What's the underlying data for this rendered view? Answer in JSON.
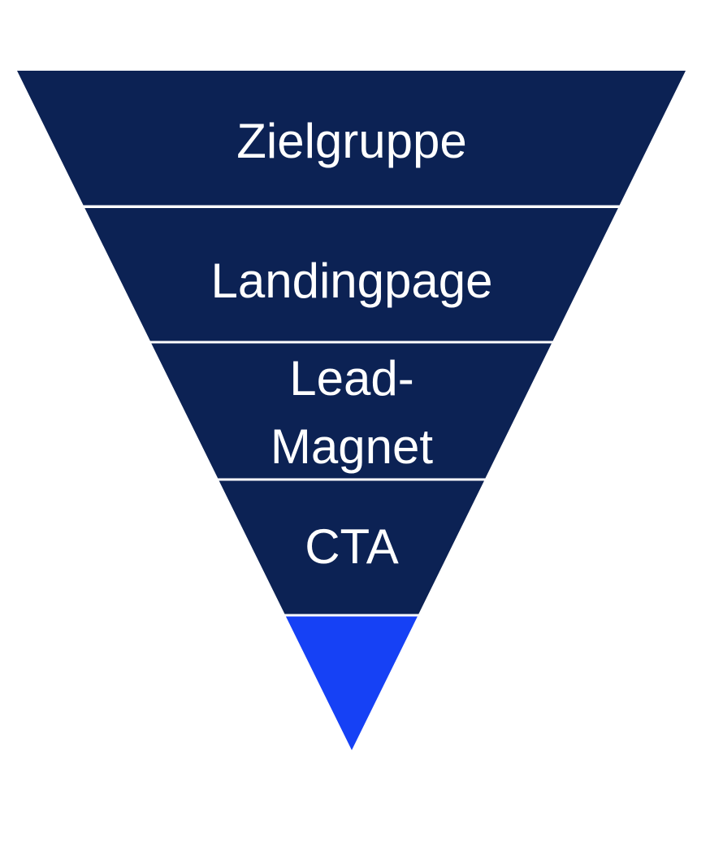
{
  "diagram": {
    "kind": "inverted-funnel",
    "background_color": "#ffffff",
    "colors": {
      "level_fill": "#0c2254",
      "tip_fill": "#1641f5",
      "divider": "#ffffff",
      "label_text": "#ffffff"
    },
    "levels": [
      {
        "id": "zielgruppe",
        "label": "Zielgruppe"
      },
      {
        "id": "landingpage",
        "label": "Landingpage"
      },
      {
        "id": "lead-magnet",
        "label": "Lead-\nMagnet"
      },
      {
        "id": "cta",
        "label": "CTA"
      },
      {
        "id": "tip",
        "label": ""
      }
    ]
  }
}
